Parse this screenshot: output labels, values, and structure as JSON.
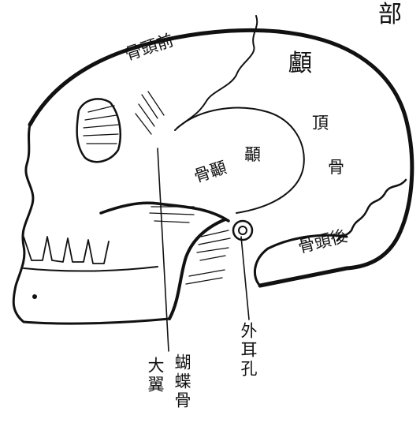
{
  "header": {
    "text": "部"
  },
  "labels": {
    "frontal": "骨頭前",
    "parietal": "顱",
    "temporal_1": "顳",
    "temporal_2": "骨顳",
    "parietal_2": "頂",
    "parietal_3": "骨",
    "occipital": "骨頭後",
    "external_ear_canal": "外耳孔",
    "sphenoid": "蝴蝶骨",
    "greater_wing": "大翼"
  }
}
